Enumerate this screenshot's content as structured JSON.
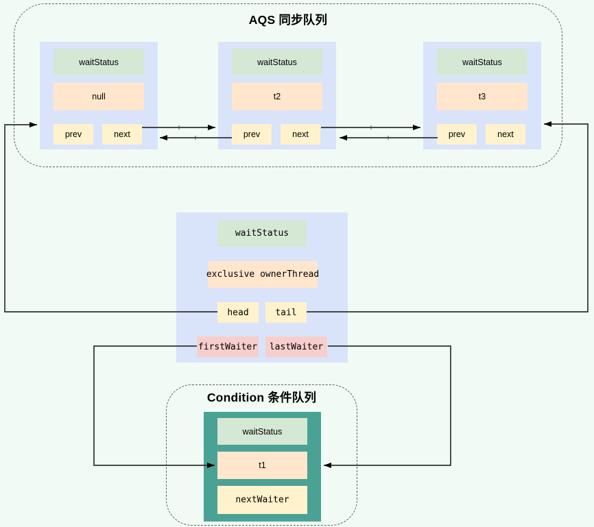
{
  "sync_queue": {
    "title": "AQS 同步队列",
    "nodes": [
      {
        "wait_status": "waitStatus",
        "thread": "null",
        "prev": "prev",
        "next": "next"
      },
      {
        "wait_status": "waitStatus",
        "thread": "t2",
        "prev": "prev",
        "next": "next"
      },
      {
        "wait_status": "waitStatus",
        "thread": "t3",
        "prev": "prev",
        "next": "next"
      }
    ]
  },
  "aqs": {
    "wait_status": "waitStatus",
    "owner": "exclusive ownerThread",
    "head": "head",
    "tail": "tail",
    "first_waiter": "firstWaiter",
    "last_waiter": "lastWaiter"
  },
  "condition_queue": {
    "title": "Condition 条件队列",
    "node": {
      "wait_status": "waitStatus",
      "thread": "t1",
      "next_waiter": "nextWaiter"
    }
  },
  "colors": {
    "background": "#f1faf4",
    "node_fill": "#d9e4fb",
    "wait_status_fill": "#d5e8d4",
    "thread_fill": "#ffe6cc",
    "pointer_fill": "#fff2cc",
    "waiter_fill": "#f8cecc",
    "condition_node_fill": "#4aa294",
    "connector": "#303030"
  }
}
